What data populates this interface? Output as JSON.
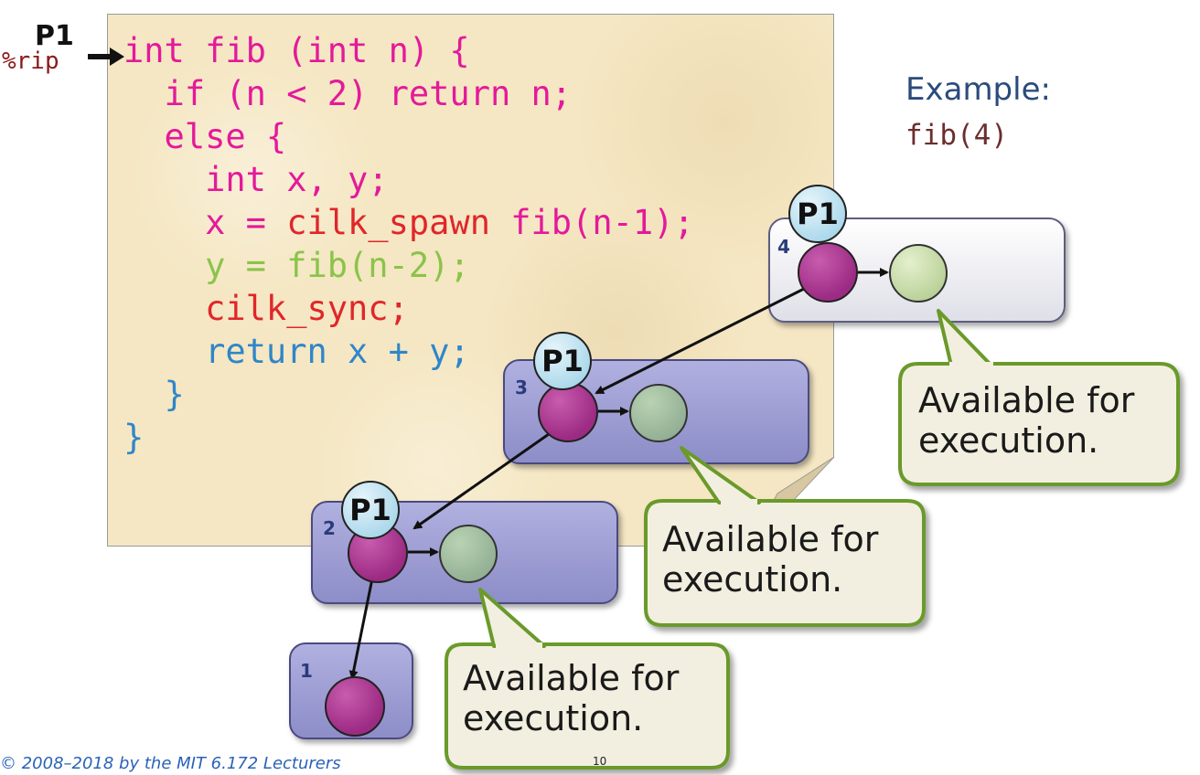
{
  "processor_label": "P1",
  "register_label": "%rip",
  "code_lines": [
    "int fib (int n) {",
    "  if (n < 2) return n;",
    "  else {",
    "    int x, y;",
    "    x = cilk_spawn fib(n-1);",
    "    y = fib(n-2);",
    "    cilk_sync;",
    "    return x + y;",
    "  }",
    "}"
  ],
  "example": {
    "title": "Example:",
    "call": "fib(4)"
  },
  "frames": [
    {
      "num": "1"
    },
    {
      "num": "2"
    },
    {
      "num": "3"
    },
    {
      "num": "4"
    }
  ],
  "callouts": [
    {
      "line1": "Available for",
      "line2": "execution."
    },
    {
      "line1": "Available for",
      "line2": "execution."
    },
    {
      "line1": "Available for",
      "line2": "execution."
    }
  ],
  "footer": {
    "copyright": "© 2008–2018 by the MIT 6.172 Lecturers",
    "page": "10"
  },
  "colors": {
    "code_magenta": "#e4199a",
    "code_red": "#e0262b",
    "code_green": "#8bc34a",
    "code_blue": "#2f86c9",
    "frame_purple": "#9b9bd3",
    "callout_border": "#6a9a2a",
    "callout_fill": "#f2efe0"
  }
}
